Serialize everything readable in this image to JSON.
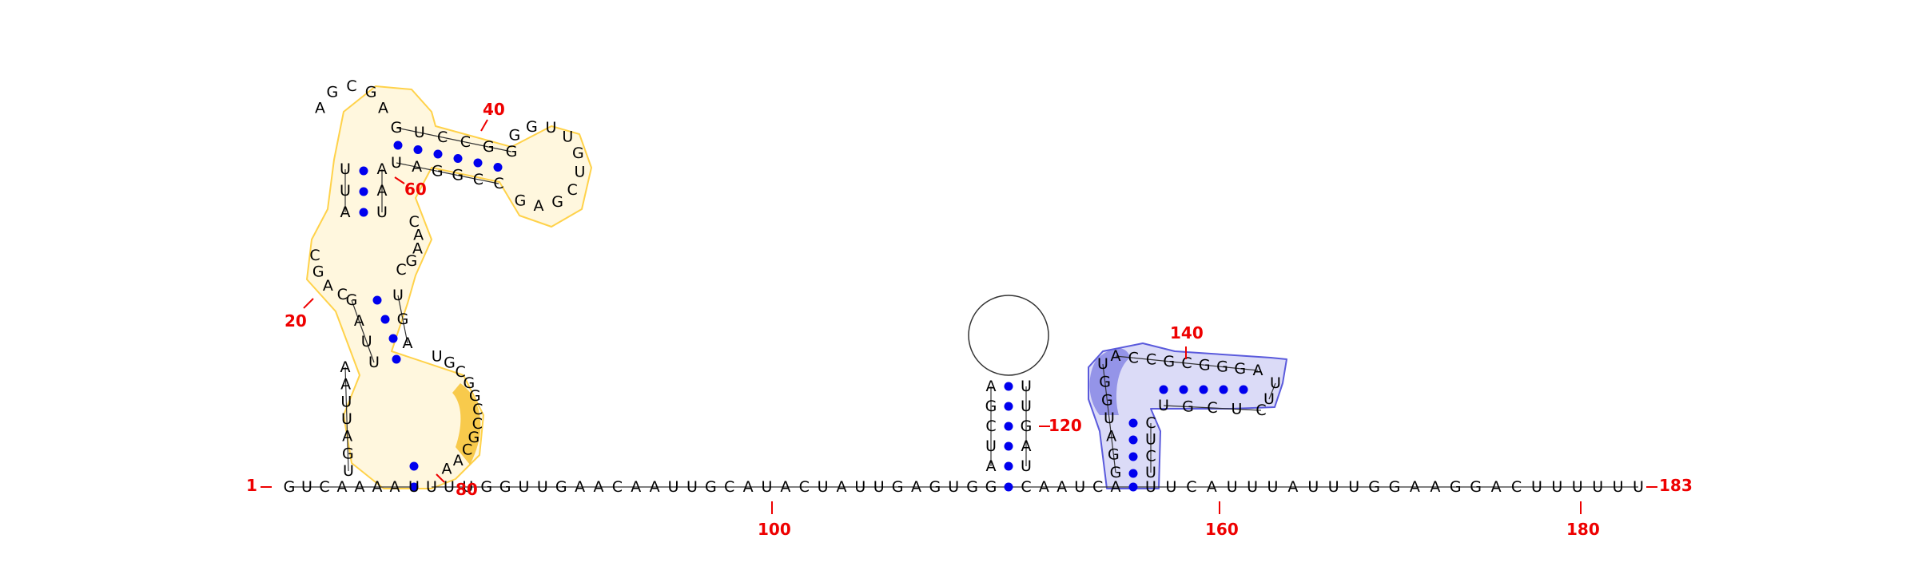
{
  "diagram": {
    "type": "rna-secondary-structure",
    "pair_color": "#0000ee",
    "label_color": "#ee0000",
    "backbone_color": "#333333",
    "highlight_yellow": "#ffd24a",
    "highlight_blue": "#5a5adc"
  },
  "labels": {
    "start_number": "1",
    "end_number": "183",
    "n20": "20",
    "n40": "40",
    "n60": "60",
    "n80": "80",
    "n100": "100",
    "n120": "120",
    "n140": "140",
    "n160": "160",
    "n180": "180"
  },
  "sequence": {
    "bottom_5p": "G·U·C·A·A·A·A",
    "bottom_mid": "U·U·G·G·U·U·G·A·A·C·A·A·U·U·G·C·A·U·A·C·U·A·U·U·G·A·G·U·G·G",
    "bottom_after_stem": "C·A·A·U·C·A",
    "bottom_tail": "U·U·C·A·U·U·U·A·U·U·U·G·G·A·A·G·G·A·C·U·U·U·U·U·U",
    "left_hairpin_loop": "A·G·C·G·A",
    "right_hairpin_top": "G·U·C·C·G·G",
    "right_hairpin_loop": "G·G·U·U·G·U·C·G·A·G",
    "right_hairpin_bottom": "U·A·G·G·C·C",
    "left_stem_5p": "U·U·A",
    "left_stem_3p": "A·A·U",
    "bulge_left": "C·G·A·C",
    "bulge_right": "C·A·A·G·C",
    "stem2_left": "G·A·U·U",
    "stem2_right": "U·G·A",
    "big_loop_left": "U·G·A·U·U·A·A",
    "big_loop_right": "U·G·C·G·G·C·C·G·C·A·A",
    "mid_hairpin_left": "A·G·C·U·A",
    "mid_hairpin_right": "U·U·G·A·U",
    "right_hairpin2_top": "A·C·C·G·C·G·G·G·A",
    "right_hairpin2_loop": "U·U",
    "right_hairpin2_bottom": "U·G·C·U·C",
    "right_hairpin2_stem_left": "U·G·G·U·A·G·G",
    "right_hairpin2_stem_right": "C·U·C·U"
  }
}
